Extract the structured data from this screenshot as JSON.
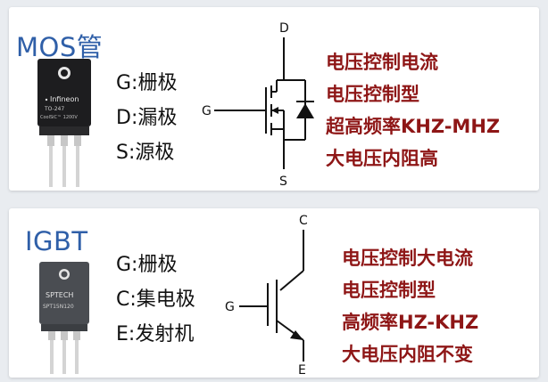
{
  "mos": {
    "title": "MOS管",
    "package_text": [
      "Infineon",
      "TO-247",
      "CoolSiC™ 1200V"
    ],
    "pins": [
      "G:栅极",
      "D:漏极",
      "S:源极"
    ],
    "terminals": {
      "d": "D",
      "g": "G",
      "s": "S"
    },
    "properties": [
      "电压控制电流",
      "电压控制型",
      "超高频率KHZ-MHZ",
      "大电压内阻高"
    ]
  },
  "igbt": {
    "title": "IGBT",
    "package_text": [
      "SPTECH",
      "SPT15N120"
    ],
    "pins": [
      "G:栅极",
      "C:集电极",
      "E:发射机"
    ],
    "terminals": {
      "c": "C",
      "g": "G",
      "e": "E"
    },
    "properties": [
      "电压控制大电流",
      "电压控制型",
      "高频率HZ-KHZ",
      "大电压内阻不变"
    ]
  },
  "colors": {
    "title": "#2f5fa8",
    "properties": "#8e1616",
    "panel": "#ffffff",
    "background": "#e9ecf0"
  }
}
